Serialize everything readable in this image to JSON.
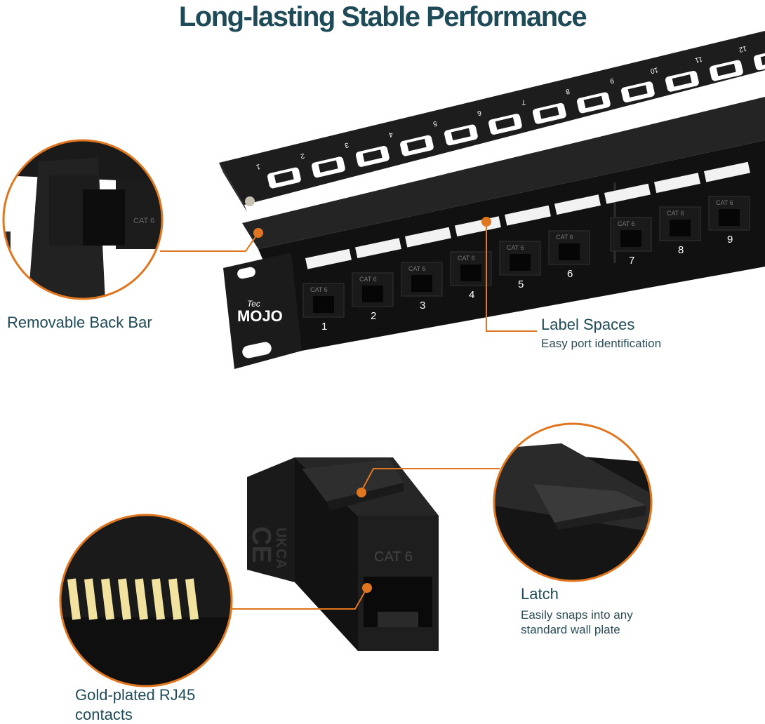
{
  "title": "Long-lasting Stable Performance",
  "colors": {
    "accent": "#e0761f",
    "title": "#1f4a57",
    "product": "#1c1c1c"
  },
  "brand": {
    "small": "Tec",
    "big": "MOJO"
  },
  "panel": {
    "port_label": "CAT 6",
    "front_numbers": [
      "1",
      "2",
      "3",
      "4",
      "5",
      "6",
      "7",
      "8",
      "9"
    ],
    "back_numbers": [
      "1",
      "2",
      "3",
      "4",
      "5",
      "6",
      "7",
      "8",
      "9",
      "10",
      "11",
      "12"
    ]
  },
  "keystone": {
    "label": "CAT 6",
    "marks": [
      "CE",
      "UK",
      "CA"
    ]
  },
  "callouts": {
    "back_bar": {
      "title": "Removable Back Bar"
    },
    "labels": {
      "title": "Label Spaces",
      "subtitle": "Easy port identification"
    },
    "latch": {
      "title": "Latch",
      "subtitle_line1": "Easily snaps into any",
      "subtitle_line2": "standard wall plate"
    },
    "contacts": {
      "title_line1": "Gold-plated RJ45",
      "title_line2": "contacts"
    }
  }
}
